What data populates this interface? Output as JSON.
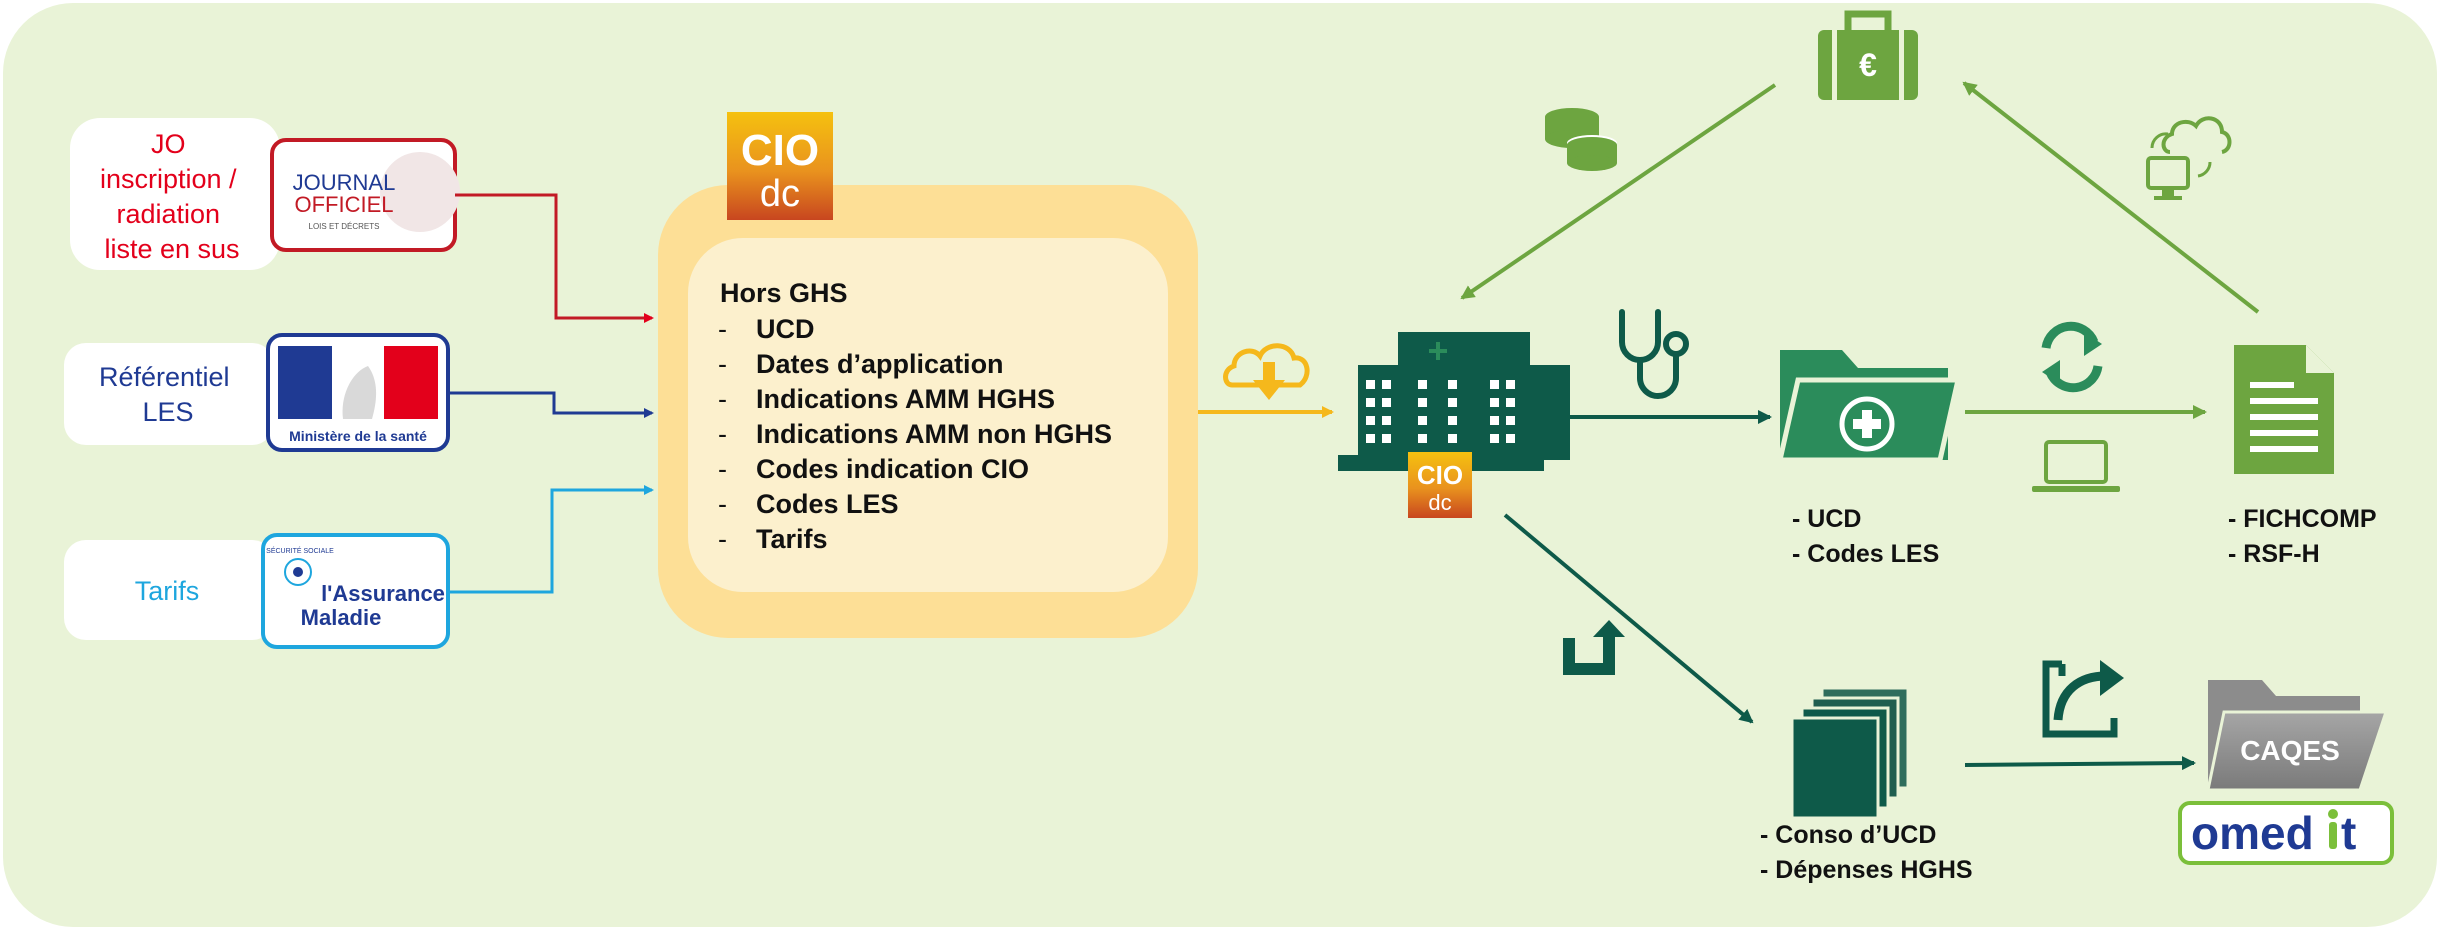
{
  "colors": {
    "background": "#e9f3d7",
    "red": "#e3001b",
    "navy": "#1f3a93",
    "lightblue": "#1ea6de",
    "yellow_outer": "#fddf96",
    "yellow_inner": "#fcf0cd",
    "orange_arrow": "#f5b81c",
    "dark_green": "#0e5a49",
    "mid_green": "#2b8c5b",
    "light_green": "#6da540",
    "gray": "#8c8c8c",
    "omedit_blue": "#1f3a93",
    "omedit_green": "#7bbf3a"
  },
  "sources": [
    {
      "label_lines": [
        "JO",
        "inscription /",
        "radiation",
        "liste en sus"
      ],
      "color": "#e3001b"
    },
    {
      "label_lines": [
        "Référentiel",
        "LES"
      ],
      "color": "#1f3a93"
    },
    {
      "label_lines": [
        "Tarifs"
      ],
      "color": "#1ea6de"
    }
  ],
  "logos": {
    "journal": {
      "line1": "JOURNAL",
      "line2": "OFFICIEL",
      "line3": "LOIS ET DÉCRETS"
    },
    "ministere": {
      "caption": "Ministère de la santé"
    },
    "assurance": {
      "line1": "l'Assurance",
      "line2": "Maladie",
      "tiny": "SÉCURITÉ SOCIALE"
    }
  },
  "cio_badge": {
    "line1": "CIO",
    "line2": "dc"
  },
  "cio_box": {
    "title": "Hors GHS",
    "items": [
      "UCD",
      "Dates d’application",
      "Indications AMM HGHS",
      "Indications AMM non HGHS",
      "Codes indication CIO",
      "Codes LES",
      "Tarifs"
    ],
    "bullet": "-"
  },
  "hospital_badge": {
    "line1": "CIO",
    "line2": "dc"
  },
  "euro_symbol": "€",
  "folder_items": [
    "- UCD",
    "- Codes LES"
  ],
  "document_items": [
    "- FICHCOMP",
    "- RSF-H"
  ],
  "conso_items": [
    "- Conso d’UCD",
    "- Dépenses HGHS"
  ],
  "caqes": {
    "label": "CAQES"
  },
  "omedit": {
    "left": "omed",
    "right": "t"
  }
}
